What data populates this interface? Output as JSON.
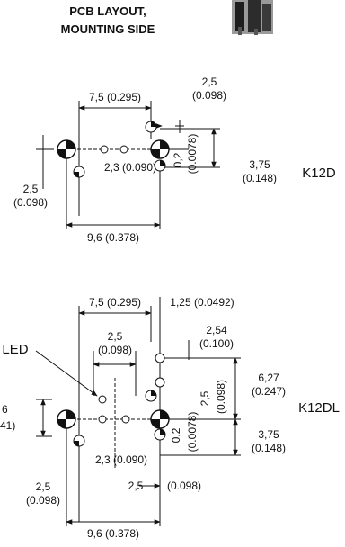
{
  "header": {
    "line1": "PCB LAYOUT,",
    "line2": "MOUNTING SIDE"
  },
  "k12d": {
    "name": "K12D",
    "dims": {
      "top_width": "7,5 (0.295)",
      "top_right_a": "2,5",
      "top_right_b": "(0.098)",
      "inner": "2,3 (0.090)",
      "small_a": "0,2",
      "small_b": "(0.0078)",
      "right_a": "3,75",
      "right_b": "(0.148)",
      "left_a": "2,5",
      "left_b": "(0.098)",
      "bottom": "9,6 (0.378)"
    }
  },
  "k12dl": {
    "name": "K12DL",
    "led_label": "LED",
    "dims": {
      "top_width": "7,5 (0.295)",
      "top_right": "1,25 (0.0492)",
      "led_a": "2,5",
      "led_b": "(0.098)",
      "pin_a": "2,54",
      "pin_b": "(0.100)",
      "right_a": "6,27",
      "right_b": "(0.247)",
      "vert_a": "2,5",
      "vert_b": "(0.098)",
      "small_a": "0,2",
      "small_b": "(0.0078)",
      "right2_a": "3,75",
      "right2_b": "(0.148)",
      "left_cut_a": "6",
      "left_cut_b": "41)",
      "inner": "2,3 (0.090)",
      "inner2_a": "2,5",
      "inner2_b": "(0.098)",
      "left_a": "2,5",
      "left_b": "(0.098)",
      "bottom": "9,6 (0.378)"
    }
  }
}
